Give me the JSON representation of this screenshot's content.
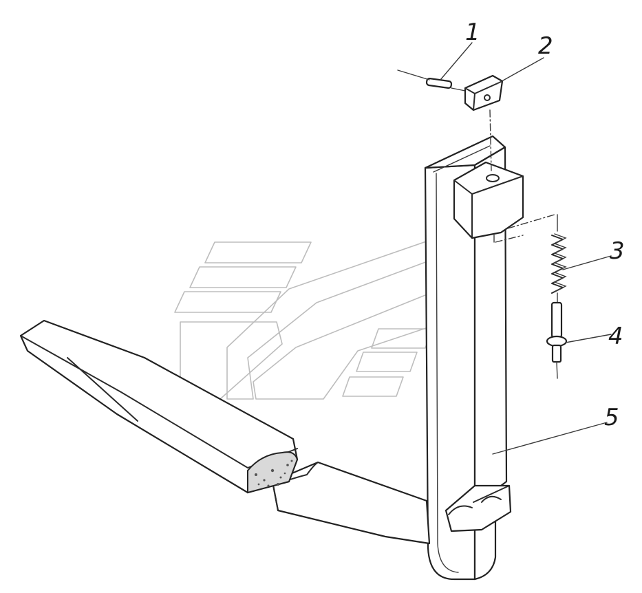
{
  "callouts": [
    {
      "id": "1",
      "label": "1"
    },
    {
      "id": "2",
      "label": "2"
    },
    {
      "id": "3",
      "label": "3"
    },
    {
      "id": "4",
      "label": "4"
    },
    {
      "id": "5",
      "label": "5"
    }
  ],
  "colors": {
    "line": "#2a2a2a",
    "watermark": "#bdbdbd",
    "background": "#ffffff"
  }
}
